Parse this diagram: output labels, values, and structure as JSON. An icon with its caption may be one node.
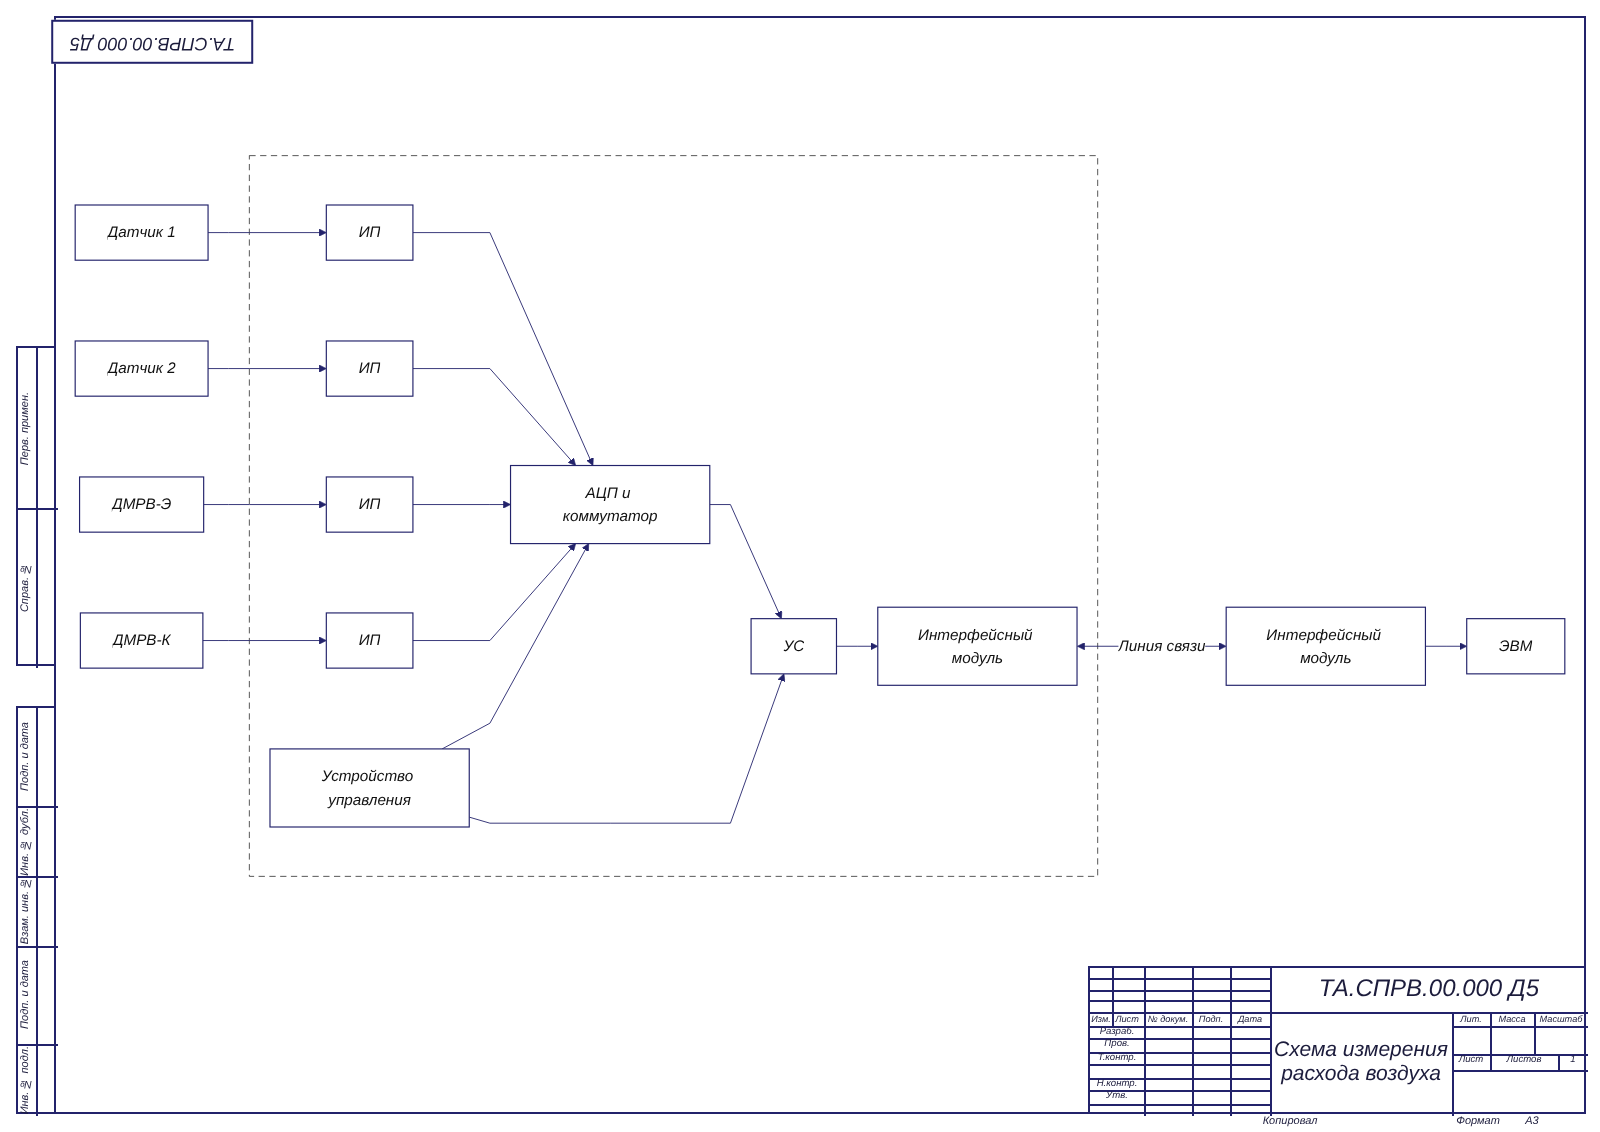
{
  "diagram": {
    "nodes": [
      {
        "text": [
          "Датчик 1"
        ]
      },
      {
        "text": [
          "Датчик 2"
        ]
      },
      {
        "text": [
          "ДМРВ-Э"
        ]
      },
      {
        "text": [
          "ДМРВ-К"
        ]
      },
      {
        "text": [],
        "shape": "box"
      },
      {
        "text": [
          "ИП"
        ],
        "in": 4
      },
      {
        "text": [
          "ИП"
        ],
        "in": 4
      },
      {
        "text": [
          "ИП"
        ],
        "in": 4
      },
      {
        "text": [
          "ИП"
        ],
        "in": 4
      },
      {
        "text": [
          "АЦП и коммутатор"
        ],
        "in": 4
      },
      {
        "text": [
          "УС"
        ],
        "in": 4
      },
      {
        "text": [
          "Устройство управления"
        ],
        "in": 4
      },
      {
        "text": [
          "Интерфейсный модуль"
        ],
        "in": 4
      },
      {
        "text": [
          "ЭВМ"
        ]
      },
      {
        "text": [
          "Интерфейсный модуль"
        ]
      }
    ],
    "edges": [
      {
        "from": 0,
        "to": 5,
        "arrow": "to"
      },
      {
        "from": 1,
        "to": 6,
        "arrow": "to"
      },
      {
        "from": 2,
        "to": 7,
        "arrow": "to"
      },
      {
        "from": 3,
        "to": 8,
        "arrow": "to"
      },
      {
        "from": 5,
        "to": 9,
        "arrow": "to"
      },
      {
        "from": 6,
        "to": 9,
        "arrow": "to"
      },
      {
        "from": 7,
        "to": 9,
        "arrow": "to"
      },
      {
        "from": 8,
        "to": 9,
        "arrow": "to"
      },
      {
        "from": 9,
        "to": 10,
        "arrow": "to"
      },
      {
        "from": 11,
        "to": 10,
        "arrow": "to"
      },
      {
        "from": 11,
        "to": 9,
        "arrow": "to"
      },
      {
        "from": 10,
        "to": 12,
        "arrow": "to"
      },
      {
        "from": 12,
        "to": 14,
        "arrow": "both",
        "label": "Линия связи"
      },
      {
        "from": 14,
        "to": 13,
        "arrow": "to"
      }
    ],
    "labels": [
      "ТА.СПРВ.00.000 Д5",
      "Перв. примен.",
      "Справ. №",
      "Подп. и дата",
      "Инв. № дубл.",
      "Взам. инв. №",
      "Подп. и дата",
      "Инв. № подл.",
      "ТА.СПРВ.00.000 Д5",
      "Изм.",
      "Лист",
      "№ докум.",
      "Подп.",
      "Дата",
      "Схема измерения расхода воздуха",
      "Лит.",
      "Масса",
      "Масштаб",
      "Разраб.",
      "Пров.",
      "Т.контр.",
      "Лист",
      "Листов",
      "1",
      "Н.контр.",
      "Утв.",
      "Копировал",
      "Формат",
      "A3"
    ]
  }
}
